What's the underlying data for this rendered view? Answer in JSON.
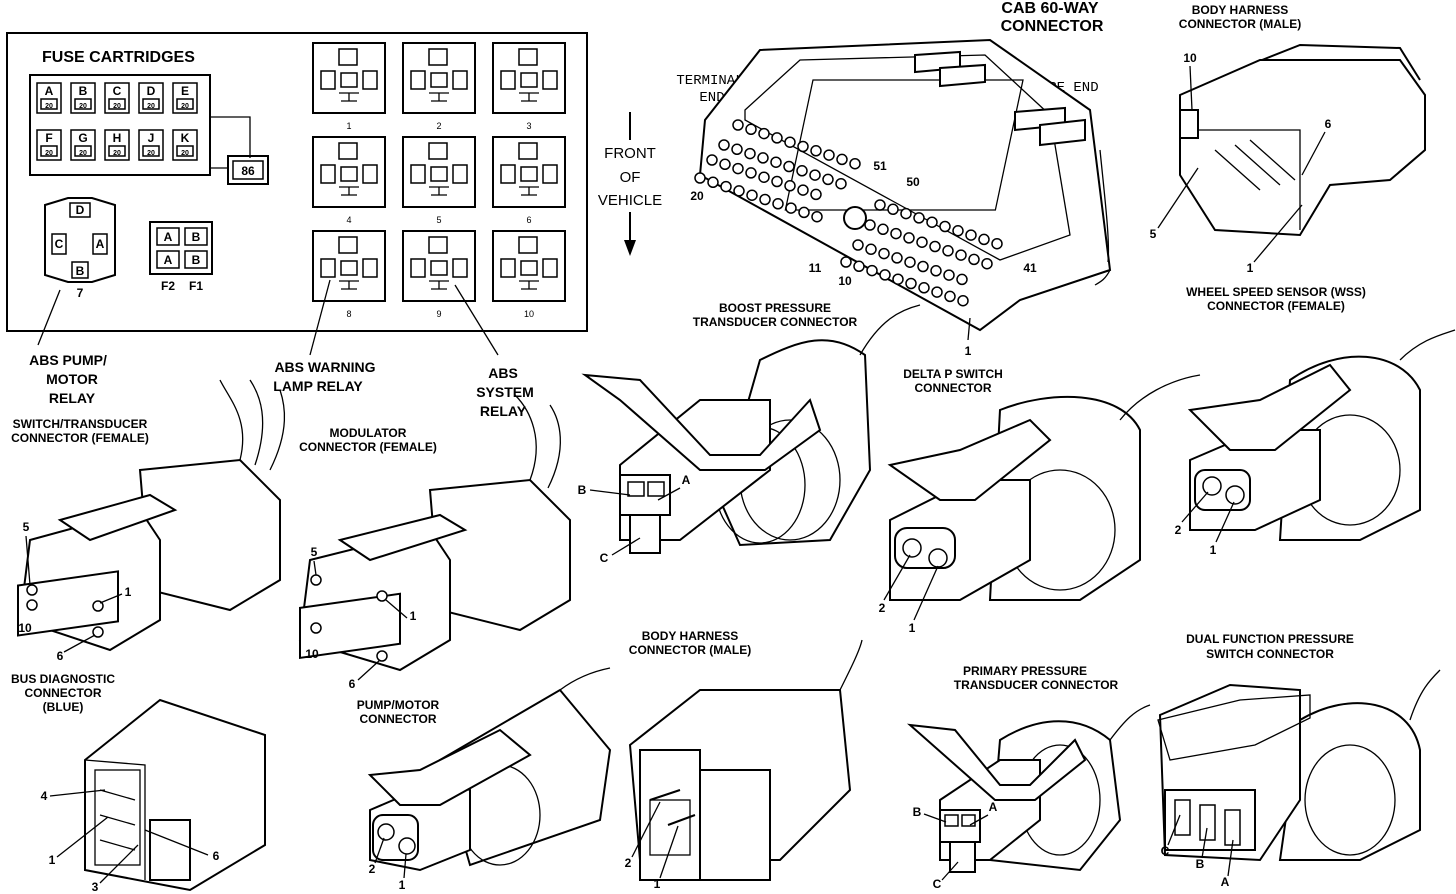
{
  "fuse_panel": {
    "title": "FUSE CARTRIDGES",
    "fuses_top": [
      {
        "letter": "A",
        "code": "20"
      },
      {
        "letter": "B",
        "code": "20"
      },
      {
        "letter": "C",
        "code": "20"
      },
      {
        "letter": "D",
        "code": "20"
      },
      {
        "letter": "E",
        "code": "20"
      }
    ],
    "fuses_bottom": [
      {
        "letter": "F",
        "code": "20"
      },
      {
        "letter": "G",
        "code": "20"
      },
      {
        "letter": "H",
        "code": "20"
      },
      {
        "letter": "J",
        "code": "20"
      },
      {
        "letter": "K",
        "code": "20"
      }
    ],
    "block_label": "86",
    "relay7_pins": [
      "D",
      "C",
      "A",
      "B"
    ],
    "relay7_number": "7",
    "f_block": {
      "cells": [
        "A",
        "B",
        "A",
        "B"
      ],
      "label_left": "F2",
      "label_right": "F1"
    },
    "relay_numbers": [
      "1",
      "2",
      "3",
      "4",
      "5",
      "6",
      "8",
      "9",
      "10"
    ]
  },
  "callouts": {
    "abs_pump": [
      "ABS PUMP/",
      "MOTOR",
      "RELAY"
    ],
    "abs_warning": [
      "ABS WARNING",
      "LAMP RELAY"
    ],
    "abs_system": [
      "ABS",
      "SYSTEM",
      "RELAY"
    ]
  },
  "front_of_vehicle": [
    "FRONT",
    "OF",
    "VEHICLE"
  ],
  "cab_connector": {
    "title": [
      "CAB 60-WAY",
      "CONNECTOR"
    ],
    "terminal_end": [
      "TERMINAL",
      "END"
    ],
    "wire_end": "WIRE END",
    "pins": [
      "20",
      "51",
      "50",
      "11",
      "10",
      "41",
      "1"
    ]
  },
  "body_harness_top": {
    "title": [
      "BODY HARNESS",
      "CONNECTOR (MALE)"
    ],
    "pins": [
      "10",
      "6",
      "5",
      "1"
    ]
  },
  "boost": {
    "title": [
      "BOOST PRESSURE",
      "TRANSDUCER CONNECTOR"
    ],
    "pins": [
      "B",
      "A",
      "C"
    ]
  },
  "delta_p": {
    "title": [
      "DELTA P SWITCH",
      "CONNECTOR"
    ],
    "pins": [
      "2",
      "1"
    ]
  },
  "wss": {
    "title": [
      "WHEEL SPEED SENSOR (WSS)",
      "CONNECTOR (FEMALE)"
    ],
    "pins": [
      "2",
      "1"
    ]
  },
  "switch_transducer": {
    "title": [
      "SWITCH/TRANSDUCER",
      "CONNECTOR (FEMALE)"
    ],
    "pins": [
      "5",
      "1",
      "10",
      "6"
    ]
  },
  "modulator": {
    "title": [
      "MODULATOR",
      "CONNECTOR (FEMALE)"
    ],
    "pins": [
      "5",
      "1",
      "10",
      "6"
    ]
  },
  "bus_diag": {
    "title": [
      "BUS DIAGNOSTIC",
      "CONNECTOR",
      "(BLUE)"
    ],
    "pins": [
      "4",
      "1",
      "6",
      "3"
    ]
  },
  "pump_motor": {
    "title": [
      "PUMP/MOTOR",
      "CONNECTOR"
    ],
    "pins": [
      "2",
      "1"
    ]
  },
  "body_harness_bottom": {
    "title": [
      "BODY HARNESS",
      "CONNECTOR (MALE)"
    ],
    "pins": [
      "2",
      "1"
    ]
  },
  "primary_pressure": {
    "title": [
      "PRIMARY PRESSURE",
      "TRANSDUCER CONNECTOR"
    ],
    "pins": [
      "B",
      "A",
      "C"
    ]
  },
  "dual_function": {
    "title": [
      "DUAL FUNCTION PRESSURE",
      "SWITCH CONNECTOR"
    ],
    "pins": [
      "C",
      "B",
      "A"
    ]
  }
}
